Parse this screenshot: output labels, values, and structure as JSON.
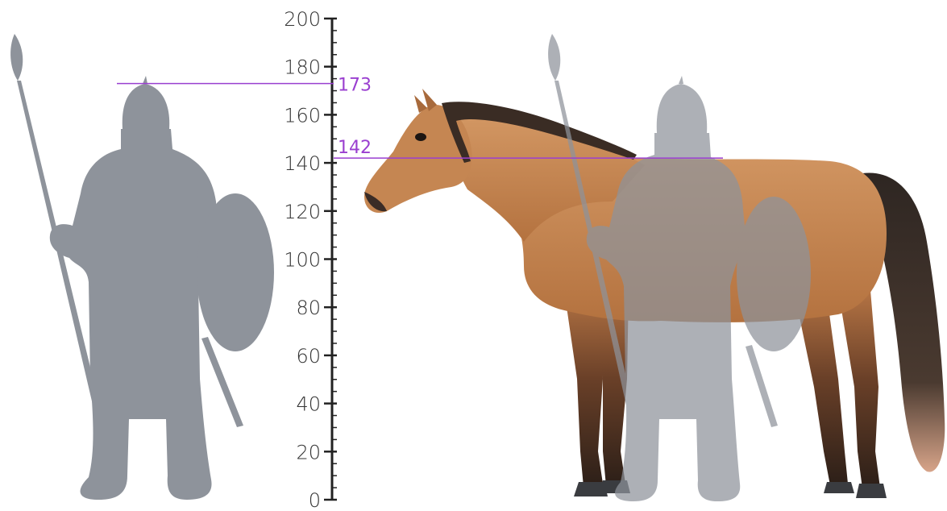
{
  "scale": {
    "min": 0,
    "max": 200,
    "major_step": 20,
    "minor_step": 5,
    "tick_labels": [
      "0",
      "20",
      "40",
      "60",
      "80",
      "100",
      "120",
      "140",
      "160",
      "180",
      "200"
    ]
  },
  "markers": [
    {
      "value": 173,
      "label": "173"
    },
    {
      "value": 142,
      "label": "142"
    }
  ],
  "colors": {
    "axis": "#222222",
    "marker": "#9a3fd0",
    "silhouette": "#8e939b",
    "horse_coat": "#c98a58",
    "horse_mane": "#3a2c24"
  },
  "figures": [
    {
      "name": "warrior-silhouette",
      "icon": "warrior-with-spear-and-shield-icon"
    },
    {
      "name": "horse",
      "icon": "horse-icon"
    },
    {
      "name": "warrior-silhouette-overlay",
      "icon": "warrior-with-spear-and-shield-icon"
    }
  ]
}
